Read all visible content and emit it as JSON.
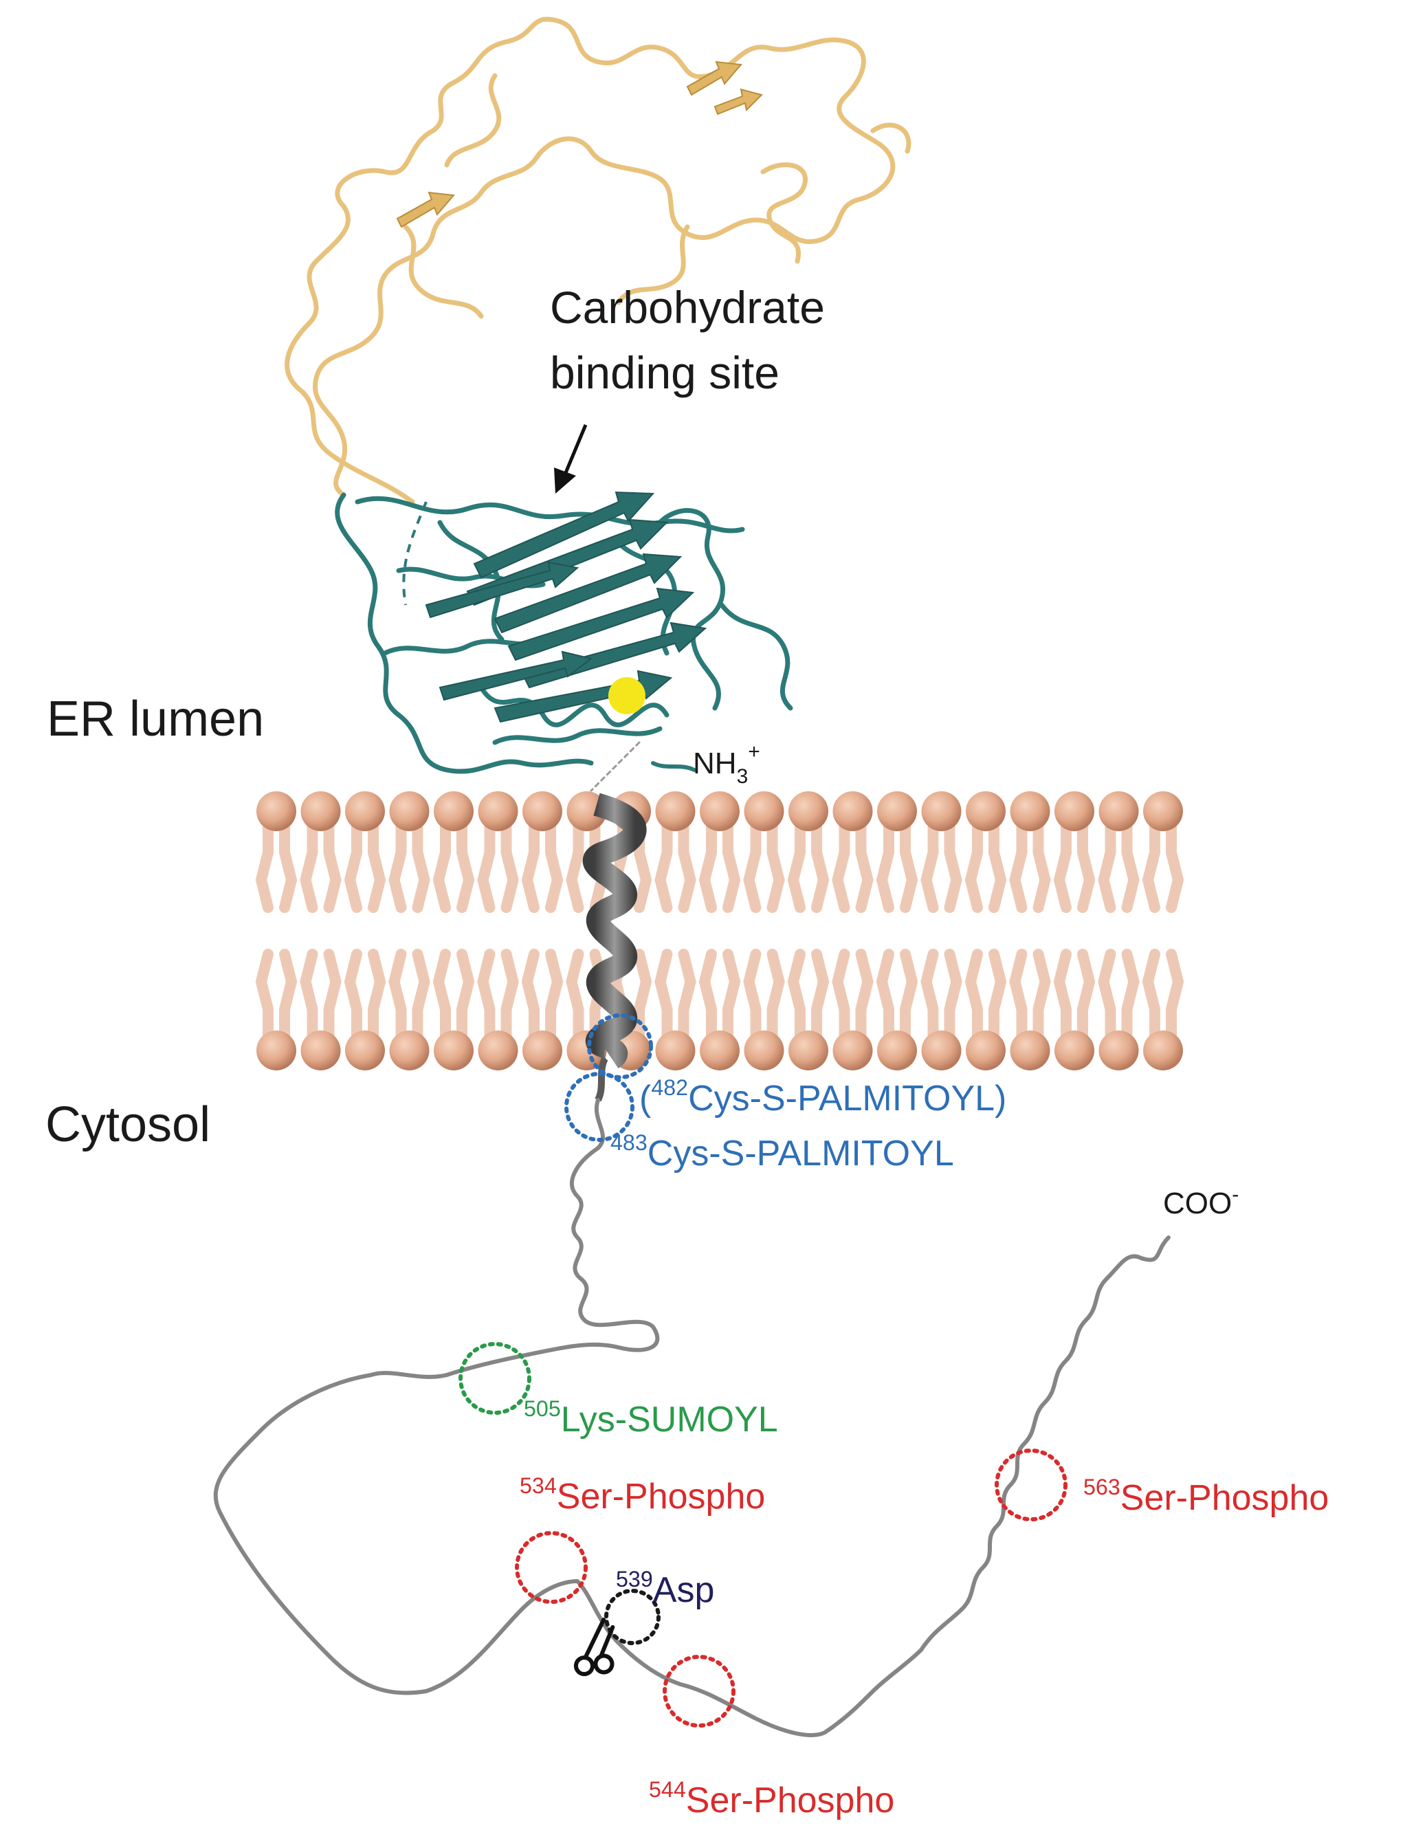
{
  "labels": {
    "carbohydrate_line1": "Carbohydrate",
    "carbohydrate_line2": "binding site",
    "er_lumen": "ER lumen",
    "cytosol": "Cytosol",
    "n_terminus_main": "NH",
    "n_terminus_sub": "3",
    "n_terminus_sup": "+",
    "c_terminus_main": "COO",
    "c_terminus_sup": "-"
  },
  "sites": {
    "palm482": {
      "open": "(",
      "num": "482",
      "name": "Cys-S-PALMITOYL)"
    },
    "palm483": {
      "num": "483",
      "name": "Cys-S-PALMITOYL"
    },
    "sumo505": {
      "num": "505",
      "name": "Lys-SUMOYL"
    },
    "phos534": {
      "num": "534",
      "name": "Ser-Phospho"
    },
    "asp539": {
      "num": "539",
      "name": "Asp"
    },
    "phos544": {
      "num": "544",
      "name": "Ser-Phospho"
    },
    "phos563": {
      "num": "563",
      "name": "Ser-Phospho"
    }
  },
  "colors": {
    "disordered_luminal": "#e8c27c",
    "lectin_domain": "#2b7a78",
    "transmembrane_helix": "#6d6d6d",
    "cytosolic_tail": "#858585",
    "lipid_head": "#e2a98a",
    "lipid_tail": "#edc9b5",
    "palmitoyl": "#2e6fb7",
    "sumoyl": "#2a9a4a",
    "phospho": "#d92b2b",
    "asp": "#1f1f5c",
    "text": "#1a1a1a",
    "metal_ion": "#f5e61c"
  },
  "icons": [
    "scissors-icon"
  ]
}
